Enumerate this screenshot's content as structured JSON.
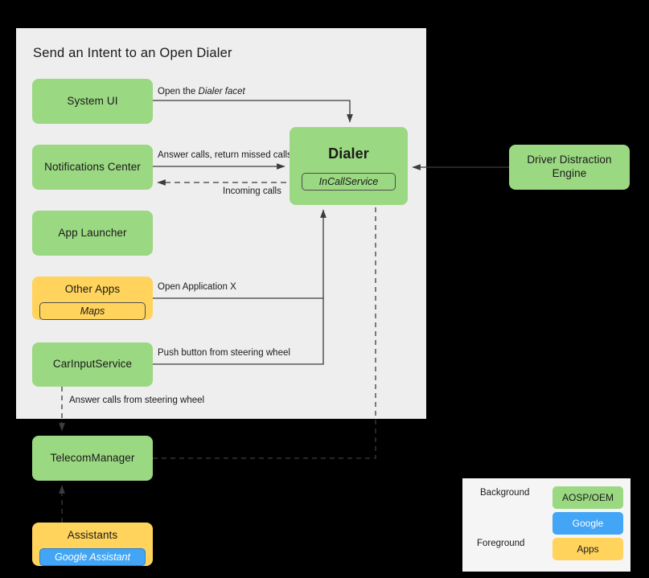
{
  "diagram": {
    "title": "Send an Intent to an Open Dialer",
    "colors": {
      "aosp_green": "#9BD882",
      "google_blue": "#42A5F5",
      "apps_yellow": "#FFD35C",
      "panel_bg": "#EEEEEE",
      "legend_bg": "#F5F5F5",
      "canvas_bg": "#000000",
      "line": "#3C3C3C"
    },
    "nodes": [
      {
        "id": "system-ui",
        "label": "System UI",
        "category": "AOSP/OEM"
      },
      {
        "id": "notifications-center",
        "label": "Notifications Center",
        "category": "AOSP/OEM"
      },
      {
        "id": "app-launcher",
        "label": "App Launcher",
        "category": "AOSP/OEM"
      },
      {
        "id": "other-apps",
        "label": "Other Apps",
        "category": "Apps",
        "sub": "Maps"
      },
      {
        "id": "car-input-service",
        "label": "CarInputService",
        "category": "AOSP/OEM"
      },
      {
        "id": "dialer",
        "label": "Dialer",
        "category": "AOSP/OEM",
        "sub": "InCallService"
      },
      {
        "id": "driver-distraction-engine",
        "label": "Driver Distraction\nEngine",
        "label_line1": "Driver Distraction",
        "label_line2": "Engine",
        "category": "AOSP/OEM"
      },
      {
        "id": "telecom-manager",
        "label": "TelecomManager",
        "category": "AOSP/OEM"
      },
      {
        "id": "assistants",
        "label": "Assistants",
        "category": "Apps",
        "sub": "Google Assistant"
      }
    ],
    "edges": [
      {
        "id": "open-dialer-facet",
        "from": "system-ui",
        "to": "dialer",
        "label_prefix": "Open the ",
        "label_italic": "Dialer facet",
        "style": "solid"
      },
      {
        "id": "answer-calls",
        "from": "notifications-center",
        "to": "dialer",
        "label": "Answer calls, return missed calls",
        "style": "solid"
      },
      {
        "id": "incoming-calls",
        "from": "dialer",
        "to": "notifications-center",
        "label": "Incoming calls",
        "style": "dashed"
      },
      {
        "id": "open-application-x",
        "from": "other-apps",
        "to": "dialer",
        "label": "Open Application X",
        "style": "solid"
      },
      {
        "id": "push-button-steering-wheel",
        "from": "car-input-service",
        "to": "dialer",
        "label": "Push button from steering wheel",
        "style": "solid"
      },
      {
        "id": "answer-calls-steering-wheel",
        "from": "car-input-service",
        "to": "telecom-manager",
        "label": "Answer calls from steering wheel",
        "style": "dashed"
      },
      {
        "id": "telecom-to-incallservice",
        "from": "telecom-manager",
        "to": "dialer",
        "label": "",
        "style": "dashed"
      },
      {
        "id": "assistants-to-telecom",
        "from": "assistants",
        "to": "telecom-manager",
        "label": "",
        "style": "dashed"
      },
      {
        "id": "distraction-to-dialer",
        "from": "driver-distraction-engine",
        "to": "dialer",
        "label": "",
        "style": "solid"
      }
    ]
  },
  "legend": {
    "background_label": "Background",
    "foreground_label": "Foreground",
    "chips": [
      {
        "id": "aosp-oem",
        "label": "AOSP/OEM",
        "color": "#9BD882"
      },
      {
        "id": "google",
        "label": "Google",
        "color": "#42A5F5"
      },
      {
        "id": "apps",
        "label": "Apps",
        "color": "#FFD35C"
      }
    ]
  }
}
